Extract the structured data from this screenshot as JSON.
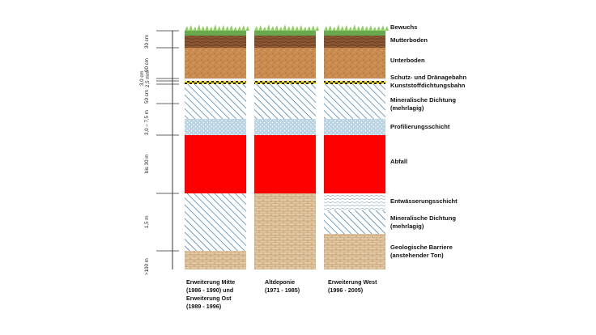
{
  "layer_labels": [
    {
      "id": "bewuchs",
      "text": "Bewuchs"
    },
    {
      "id": "mutterboden",
      "text": "Mutterboden"
    },
    {
      "id": "unterboden",
      "text": "Unterboden"
    },
    {
      "id": "schutz",
      "text": "Schutz- und Dränagebahn"
    },
    {
      "id": "kunststoff",
      "text": "Kunststoffdichtungsbahn"
    },
    {
      "id": "mineralisch1_a",
      "text": "Mineralische Dichtung"
    },
    {
      "id": "mineralisch1_b",
      "text": "(mehrlagig)"
    },
    {
      "id": "profilierung",
      "text": "Profilierungsschicht"
    },
    {
      "id": "abfall",
      "text": "Abfall"
    },
    {
      "id": "entwaesserung",
      "text": "Entwässerungsschicht"
    },
    {
      "id": "mineralisch2_a",
      "text": "Mineralische Dichtung"
    },
    {
      "id": "mineralisch2_b",
      "text": "(mehrlagig)"
    },
    {
      "id": "geologisch_a",
      "text": "Geologische Barriere"
    },
    {
      "id": "geologisch_b",
      "text": "(anstehender Ton)"
    }
  ],
  "scale_labels": [
    {
      "id": "s30cm",
      "text": "30 cm"
    },
    {
      "id": "s90cm",
      "text": "90 cm"
    },
    {
      "id": "s3cm",
      "text": "3,0 cm"
    },
    {
      "id": "s25mm",
      "text": "2,5 mm"
    },
    {
      "id": "s50cm",
      "text": "50 cm"
    },
    {
      "id": "s3075m",
      "text": "3,0 – 7,5 m"
    },
    {
      "id": "sbis30m",
      "text": "bis 30 m"
    },
    {
      "id": "s15m",
      "text": "1,5 m"
    },
    {
      "id": "s100m",
      "text": ">100 m"
    }
  ],
  "columns": [
    {
      "id": "mitte",
      "caption": [
        "Erweiterung Mitte",
        "(1986 - 1990) und",
        "Erweiterung Ost",
        "(1989 - 1996)"
      ]
    },
    {
      "id": "alt",
      "caption": [
        "Altdeponie",
        "(1971 - 1985)"
      ]
    },
    {
      "id": "west",
      "caption": [
        "Erweiterung West",
        "(1996 - 2005)"
      ]
    }
  ],
  "colors": {
    "grass": "#6aa84f",
    "topsoil": "#7a4a2a",
    "subsoil": "#c98b4f",
    "yellow": "#ffee00",
    "hatch_line": "#2e6e9e",
    "profil": "#b9d3e3",
    "waste": "#ff0000",
    "brick": "#e2c8a2",
    "brick_line": "#b38a5c"
  }
}
